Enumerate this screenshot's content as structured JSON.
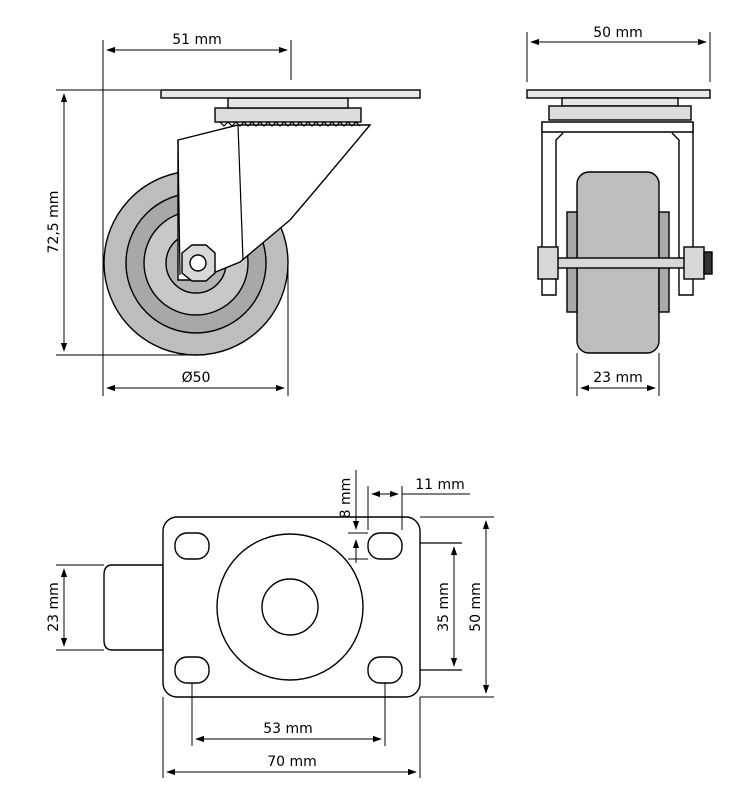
{
  "colors": {
    "line": "#000000",
    "wheel_outer": "#bdbdbd",
    "wheel_mid": "#a8a8a8",
    "wheel_inner": "#c8c8c8",
    "plate": "#e8e8e8",
    "bracket": "#ffffff"
  },
  "side_view": {
    "plate_offset_label": "51 mm",
    "height_label": "72,5 mm",
    "wheel_diameter_label": "Ø50"
  },
  "front_view": {
    "plate_width_label": "50 mm",
    "wheel_width_label": "23 mm"
  },
  "top_view": {
    "hole_height_label": "8 mm",
    "hole_width_label": "11 mm",
    "wheel_width_label": "23 mm",
    "hole_spacing_v_label": "35 mm",
    "plate_height_label": "50 mm",
    "hole_spacing_h_label": "53 mm",
    "plate_width_label": "70 mm"
  }
}
